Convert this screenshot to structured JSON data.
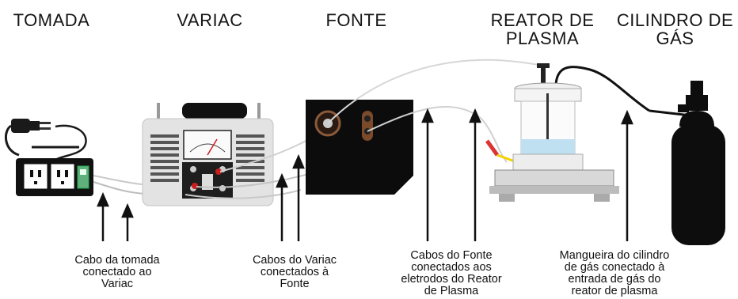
{
  "titles": {
    "tomada": "TOMADA",
    "variac": "VARIAC",
    "fonte": "FONTE",
    "reator": "REATOR DE\nPLASMA",
    "cilindro": "CILINDRO DE\nGÁS"
  },
  "captions": {
    "tomada": "Cabo da tomada\nconectado ao\nVariac",
    "variac": "Cabos do Variac\nconectados à\nFonte",
    "fonte": "Cabos do Fonte\nconectados aos\neletrodos do Reator\nde Plasma",
    "cilindro": "Mangueira do cilindro\nde gás conectado à\nentrada de gás do\nreator de plasma"
  },
  "colors": {
    "outlet_green": "#5fb07a",
    "variac_body": "#e3e3e3",
    "source_body": "#0c0c0c",
    "electrode_red": "#c81e1e",
    "plasma_liquid": "#bfe0f0",
    "gas_cylinder": "#0d0d0d"
  }
}
